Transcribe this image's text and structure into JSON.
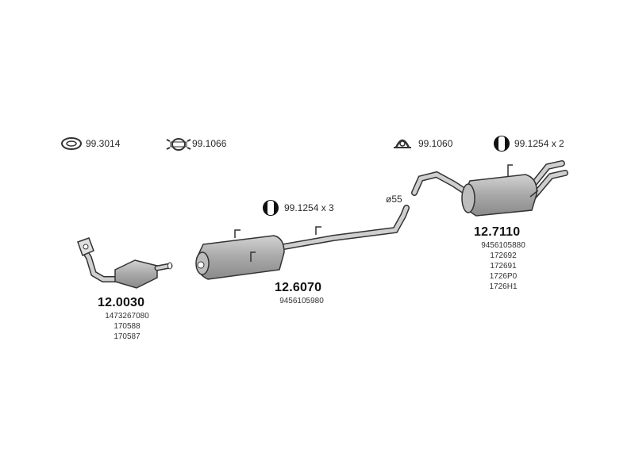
{
  "accessories": [
    {
      "code": "99.3014",
      "icon": "gasket-ring-icon"
    },
    {
      "code": "99.1066",
      "icon": "exhaust-clamp-icon"
    },
    {
      "code": "99.1060",
      "icon": "u-bolt-clamp-icon"
    },
    {
      "code": "99.1254 x 2",
      "icon": "rubber-mount-icon"
    },
    {
      "code": "99.1254 x 3",
      "icon": "rubber-mount-icon"
    }
  ],
  "pipe_diameter": "ø55",
  "parts": [
    {
      "number": "12.0030",
      "refs": [
        "1473267080",
        "170588",
        "170587"
      ]
    },
    {
      "number": "12.6070",
      "refs": [
        "9456105980"
      ]
    },
    {
      "number": "12.7110",
      "refs": [
        "9456105880",
        "172692",
        "172691",
        "1726P0",
        "1726H1"
      ]
    }
  ],
  "colors": {
    "part_fill": "#b0b0b0",
    "outline": "#333333",
    "icon_black": "#111111"
  }
}
